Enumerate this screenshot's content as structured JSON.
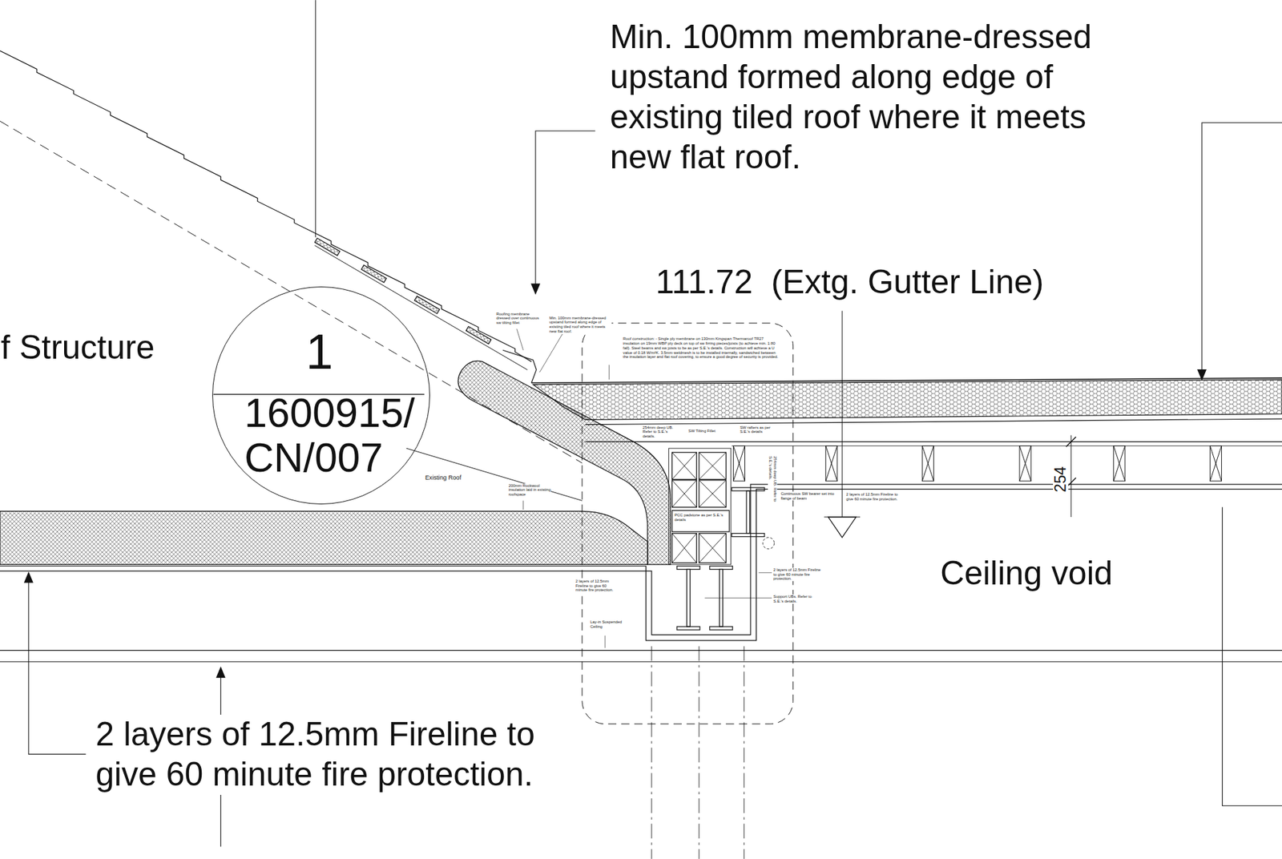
{
  "diagram": {
    "nodes": [
      {
        "text": [
          "1",
          "1600915/ CN/007"
        ]
      }
    ],
    "labels": [
      "Min. 100mm membrane-dressed upstand formed along edge of existing tiled roof where it meets new flat roof.",
      "111.72  (Extg. Gutter Line)",
      "f Structure",
      "Roofing membrane dressed over continuous sw tilting fillet",
      "Min. 100mm membrane-dressed upstand formed along edge of existing tiled roof where it meets new flat roof.",
      "Roof construction: - Single ply membrane on 130mm Kingspan Thermaroof TR27 insulation on 19mm WBP ply deck on top of sw firring pieces/joists (to achieve min. 1:80 fall). Steel beams and sw joists to be as per S.E.'s details. Construction will achieve a U value of 0.18 W/m²K. 3.5mm weldmesh is to be installed internally, sandwiched between the insulation layer and flat roof covering, to ensure a good degree of security is provided.",
      "254mm deep UB. Refer to S.E.'s details.",
      "SW Tilting Fillet",
      "SW rafters as per S.E.'s details",
      "Existing Roof",
      "200mm Rockwool insulation laid in existing roofspace",
      "254mm deep UB. Refer to S.E.'s details.",
      "Continuous SW bearer set into flange of beam",
      "2 layers of 12.5mm Fireline to give 60 minute fire protection.",
      "254",
      "PCC padstone as per S.E.'s details",
      "Ceiling void",
      "2 layers of 12.5mm Fireline to give 60 minute fire protection.",
      "2 layers of 12.5mm Fireline to give 60 minute fire protection.",
      "Support UBs. Refer to S.E.'s details.",
      "Lay-in Suspended Ceiling",
      "2 layers of 12.5mm Fireline to give 60 minute fire protection."
    ]
  }
}
